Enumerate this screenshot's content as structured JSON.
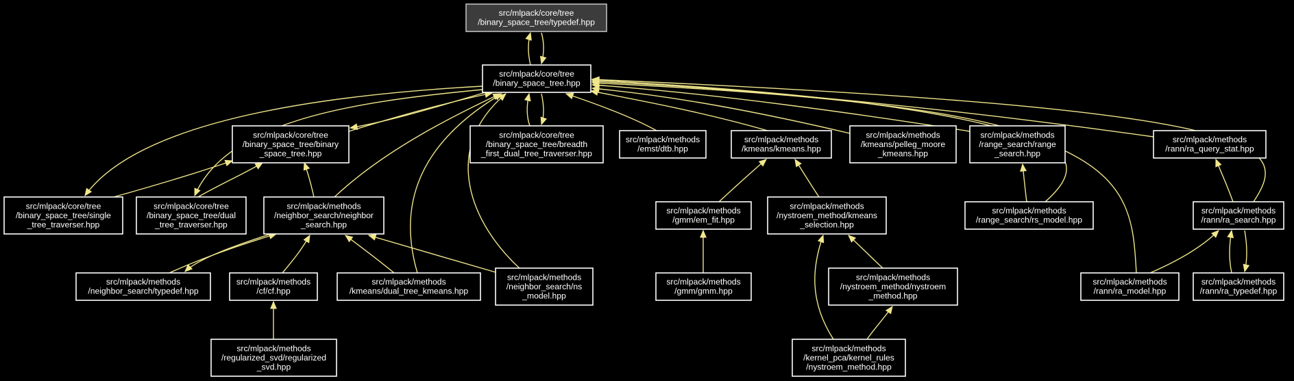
{
  "colors": {
    "background": "#000000",
    "edge": "#f0e68c",
    "node_border": "#ffffff",
    "root_fill": "#3c3c3c",
    "text": "#ffffff"
  },
  "nodes": {
    "typedef_bst": {
      "lines": [
        "src/mlpack/core/tree",
        "/binary_space_tree/typedef.hpp"
      ],
      "root": true
    },
    "bst": {
      "lines": [
        "src/mlpack/core/tree",
        "/binary_space_tree.hpp"
      ]
    },
    "binary_bst": {
      "lines": [
        "src/mlpack/core/tree",
        "/binary_space_tree/binary",
        "_space_tree.hpp"
      ]
    },
    "breadth_first": {
      "lines": [
        "src/mlpack/core/tree",
        "/binary_space_tree/breadth",
        "_first_dual_tree_traverser.hpp"
      ]
    },
    "dtb": {
      "lines": [
        "src/mlpack/methods",
        "/emst/dtb.hpp"
      ]
    },
    "kmeans": {
      "lines": [
        "src/mlpack/methods",
        "/kmeans/kmeans.hpp"
      ]
    },
    "pelleg_moore": {
      "lines": [
        "src/mlpack/methods",
        "/kmeans/pelleg_moore",
        "_kmeans.hpp"
      ]
    },
    "range_search": {
      "lines": [
        "src/mlpack/methods",
        "/range_search/range",
        "_search.hpp"
      ]
    },
    "ra_query_stat": {
      "lines": [
        "src/mlpack/methods",
        "/rann/ra_query_stat.hpp"
      ]
    },
    "single_trav": {
      "lines": [
        "src/mlpack/core/tree",
        "/binary_space_tree/single",
        "_tree_traverser.hpp"
      ]
    },
    "dual_trav": {
      "lines": [
        "src/mlpack/core/tree",
        "/binary_space_tree/dual",
        "_tree_traverser.hpp"
      ]
    },
    "neighbor_search": {
      "lines": [
        "src/mlpack/methods",
        "/neighbor_search/neighbor",
        "_search.hpp"
      ]
    },
    "em_fit": {
      "lines": [
        "src/mlpack/methods",
        "/gmm/em_fit.hpp"
      ]
    },
    "kmeans_selection": {
      "lines": [
        "src/mlpack/methods",
        "/nystroem_method/kmeans",
        "_selection.hpp"
      ]
    },
    "rs_model": {
      "lines": [
        "src/mlpack/methods",
        "/range_search/rs_model.hpp"
      ]
    },
    "ra_search": {
      "lines": [
        "src/mlpack/methods",
        "/rann/ra_search.hpp"
      ]
    },
    "ns_typedef": {
      "lines": [
        "src/mlpack/methods",
        "/neighbor_search/typedef.hpp"
      ]
    },
    "cf": {
      "lines": [
        "src/mlpack/methods",
        "/cf/cf.hpp"
      ]
    },
    "dual_tree_kmeans": {
      "lines": [
        "src/mlpack/methods",
        "/kmeans/dual_tree_kmeans.hpp"
      ]
    },
    "ns_model": {
      "lines": [
        "src/mlpack/methods",
        "/neighbor_search/ns",
        "_model.hpp"
      ]
    },
    "gmm": {
      "lines": [
        "src/mlpack/methods",
        "/gmm/gmm.hpp"
      ]
    },
    "nystroem_method": {
      "lines": [
        "src/mlpack/methods",
        "/nystroem_method/nystroem",
        "_method.hpp"
      ]
    },
    "ra_model": {
      "lines": [
        "src/mlpack/methods",
        "/rann/ra_model.hpp"
      ]
    },
    "ra_typedef": {
      "lines": [
        "src/mlpack/methods",
        "/rann/ra_typedef.hpp"
      ]
    },
    "regularized_svd": {
      "lines": [
        "src/mlpack/methods",
        "/regularized_svd/regularized",
        "_svd.hpp"
      ]
    },
    "kernel_rules": {
      "lines": [
        "src/mlpack/methods",
        "/kernel_pca/kernel_rules",
        "/nystroem_method.hpp"
      ]
    }
  },
  "edges": [
    [
      "bst",
      "typedef_bst"
    ],
    [
      "typedef_bst",
      "bst"
    ],
    [
      "binary_bst",
      "bst"
    ],
    [
      "bst",
      "binary_bst"
    ],
    [
      "breadth_first",
      "bst"
    ],
    [
      "bst",
      "breadth_first"
    ],
    [
      "dtb",
      "bst"
    ],
    [
      "kmeans",
      "bst"
    ],
    [
      "pelleg_moore",
      "bst"
    ],
    [
      "range_search",
      "bst"
    ],
    [
      "ra_query_stat",
      "bst"
    ],
    [
      "bst",
      "single_trav"
    ],
    [
      "bst",
      "dual_trav"
    ],
    [
      "single_trav",
      "binary_bst"
    ],
    [
      "dual_trav",
      "binary_bst"
    ],
    [
      "neighbor_search",
      "bst"
    ],
    [
      "neighbor_search",
      "binary_bst"
    ],
    [
      "dual_tree_kmeans",
      "bst"
    ],
    [
      "ns_model",
      "bst"
    ],
    [
      "rs_model",
      "bst"
    ],
    [
      "rs_model",
      "range_search"
    ],
    [
      "ra_search",
      "bst"
    ],
    [
      "ra_search",
      "ra_query_stat"
    ],
    [
      "ra_model",
      "bst"
    ],
    [
      "em_fit",
      "kmeans"
    ],
    [
      "kmeans_selection",
      "kmeans"
    ],
    [
      "ns_typedef",
      "neighbor_search"
    ],
    [
      "neighbor_search",
      "ns_typedef"
    ],
    [
      "cf",
      "neighbor_search"
    ],
    [
      "dual_tree_kmeans",
      "neighbor_search"
    ],
    [
      "ns_model",
      "neighbor_search"
    ],
    [
      "regularized_svd",
      "cf"
    ],
    [
      "gmm",
      "em_fit"
    ],
    [
      "nystroem_method",
      "kmeans_selection"
    ],
    [
      "kernel_rules",
      "kmeans_selection"
    ],
    [
      "kernel_rules",
      "nystroem_method"
    ],
    [
      "ra_model",
      "ra_search"
    ],
    [
      "ra_typedef",
      "ra_search"
    ],
    [
      "ra_search",
      "ra_typedef"
    ]
  ]
}
